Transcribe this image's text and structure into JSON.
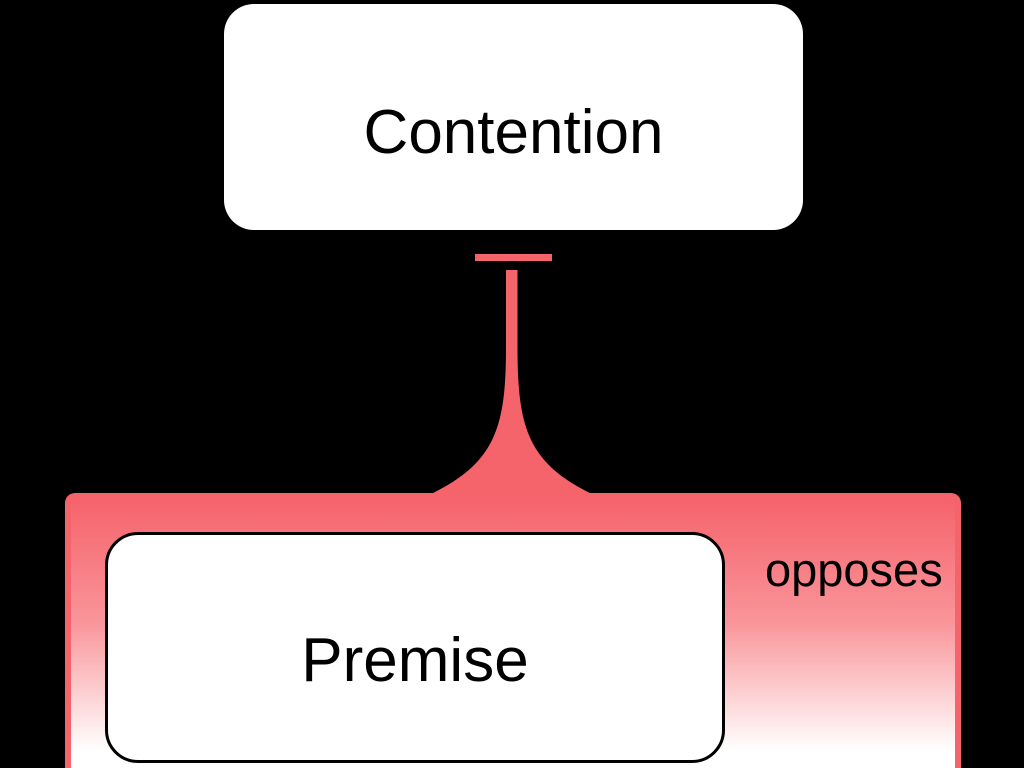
{
  "canvas": {
    "background_color": "#000000"
  },
  "contention_node": {
    "label": "Contention",
    "fill_color": "#ffffff",
    "text_color": "#000000"
  },
  "premise_node": {
    "label": "Premise",
    "fill_color": "#ffffff",
    "border_color": "#000000",
    "text_color": "#000000"
  },
  "opposes_relation": {
    "label": "opposes",
    "connector_color": "#f5636b",
    "group_gradient_top": "#f5636b",
    "group_gradient_bottom": "#ffffff",
    "label_color": "#000000"
  }
}
